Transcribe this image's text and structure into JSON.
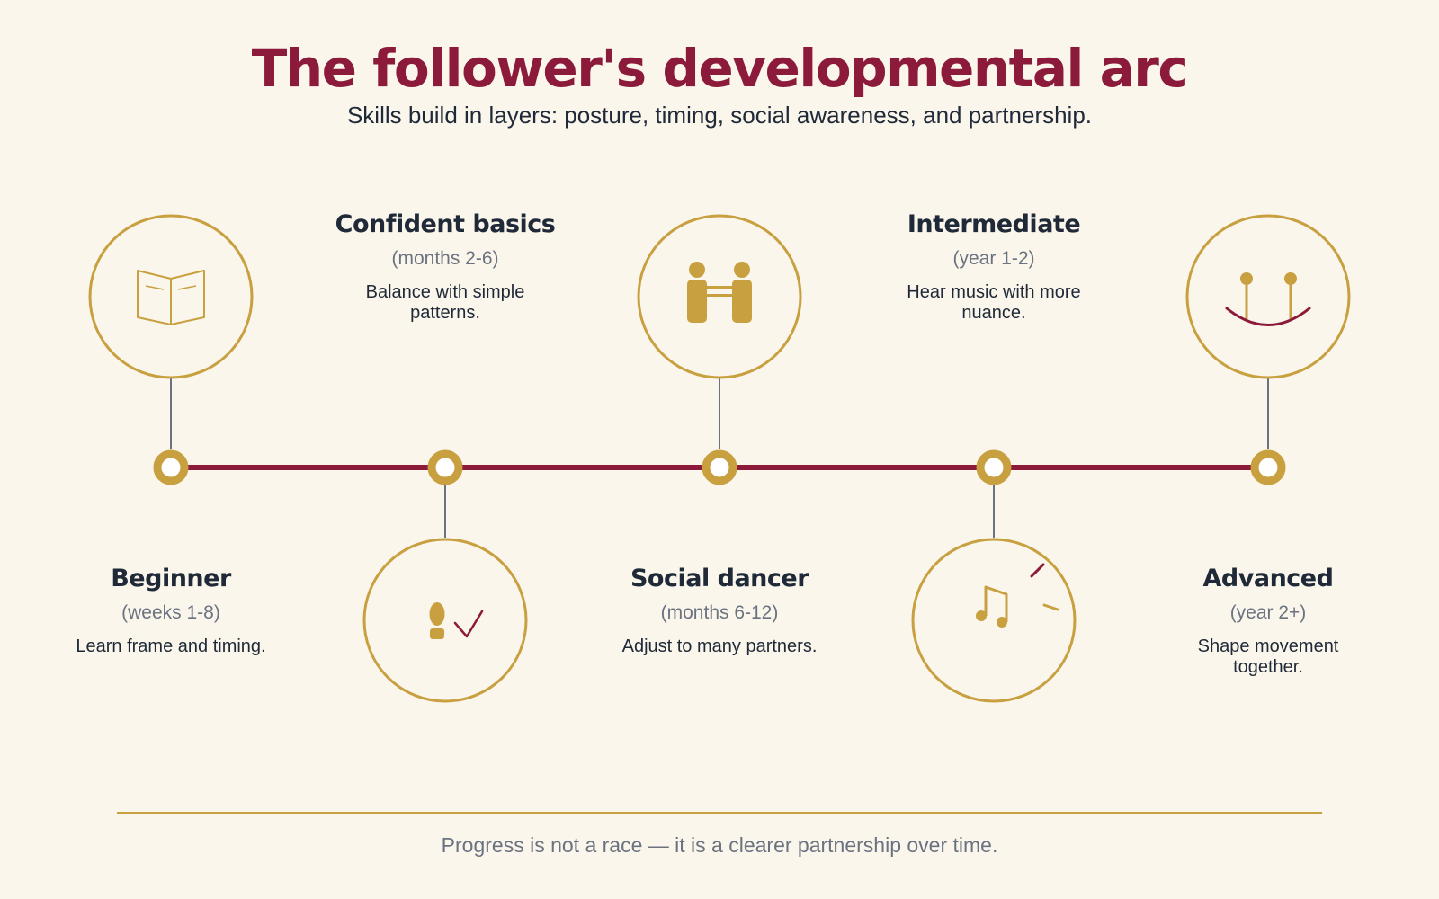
{
  "title": "The follower's developmental arc",
  "subtitle": "Skills build in layers: posture, timing, social awareness, and partnership.",
  "stages": [
    {
      "name": "Beginner",
      "period": "(weeks 1-8)",
      "description": "Learn frame and timing.",
      "icon": "book-icon"
    },
    {
      "name": "Confident basics",
      "period": "(months 2-6)",
      "description": "Balance with simple patterns.",
      "icon": "footprint-check-icon"
    },
    {
      "name": "Social dancer",
      "period": "(months 6-12)",
      "description": "Adjust to many partners.",
      "icon": "partners-icon"
    },
    {
      "name": "Intermediate",
      "period": "(year 1-2)",
      "description": "Hear music with more nuance.",
      "icon": "music-note-icon"
    },
    {
      "name": "Advanced",
      "period": "(year 2+)",
      "description": "Shape movement together.",
      "icon": "connected-pair-icon"
    }
  ],
  "footer": "Progress is not a race — it is a clearer partnership over time.",
  "colors": {
    "background": "#FAF6EC",
    "title": "#8C1A3A",
    "timeline": "#8C1A3A",
    "gold": "#C9A040",
    "connector": "#6B7280",
    "text": "#1F2937",
    "muted": "#6B7280"
  }
}
